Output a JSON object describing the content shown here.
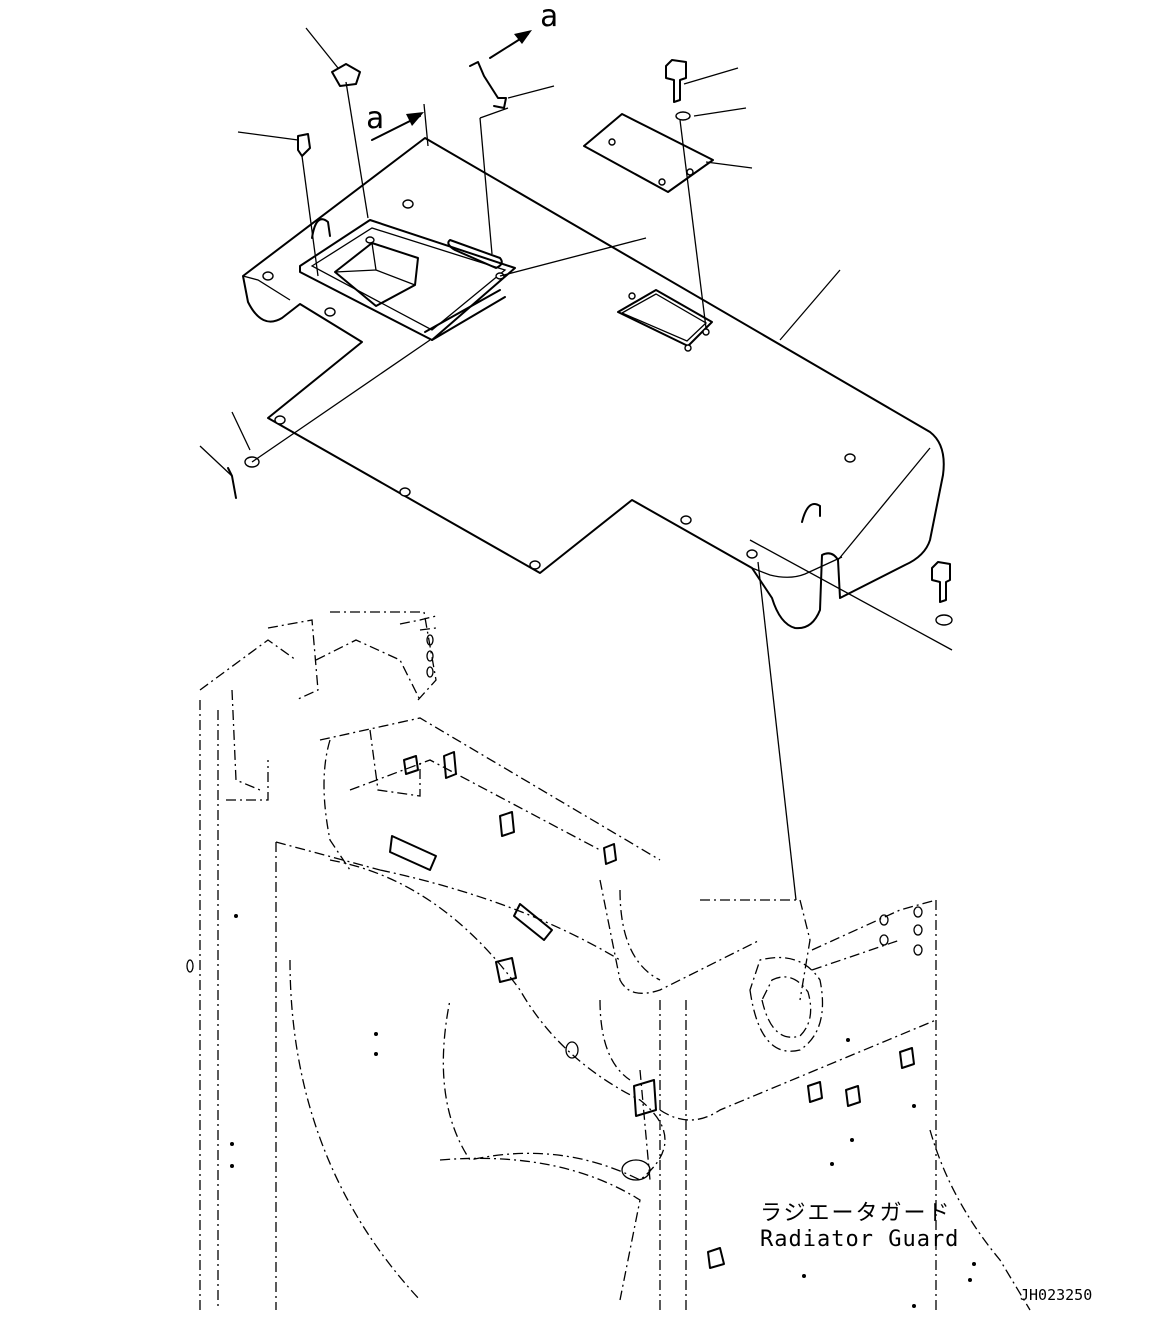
{
  "callouts": {
    "view_a_top": "a",
    "view_a_side": "a"
  },
  "caption": {
    "japanese": "ラジエータガード",
    "english": "Radiator Guard"
  },
  "drawing_number": "JH023250",
  "icons": [
    "cover-plate-icon",
    "bolt-icon",
    "washer-icon",
    "clip-icon",
    "lever-icon",
    "handle-icon",
    "radiator-frame-icon"
  ]
}
